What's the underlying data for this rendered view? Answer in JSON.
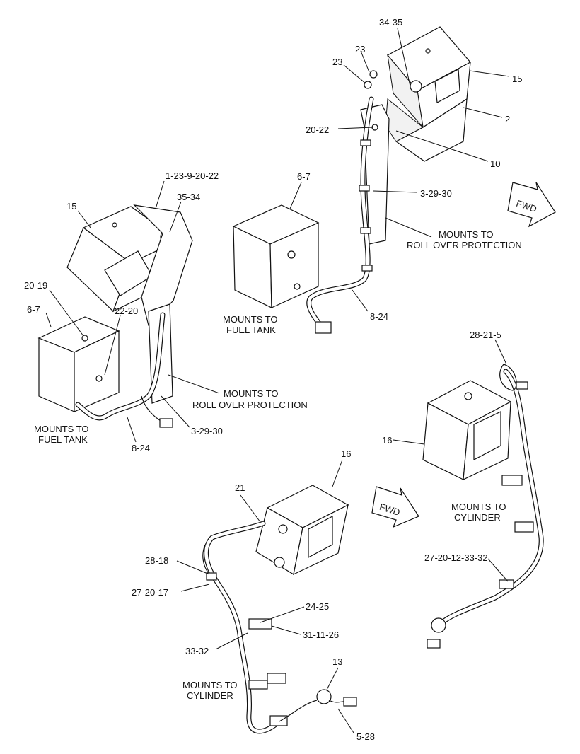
{
  "callouts": {
    "top_right": {
      "c34_35": "34-35",
      "c23a": "23",
      "c23b": "23",
      "c15": "15",
      "c2": "2",
      "c20_22": "20-22",
      "c10": "10",
      "c6_7": "6-7",
      "c3_29_30": "3-29-30",
      "c8_24": "8-24"
    },
    "top_left": {
      "c1_23_9_20_22": "1-23-9-20-22",
      "c15": "15",
      "c35_34": "35-34",
      "c20_19": "20-19",
      "c6_7": "6-7",
      "c22_20": "22-20",
      "c3_29_30": "3-29-30",
      "c8_24": "8-24"
    },
    "bottom_right": {
      "c28_21_5": "28-21-5",
      "c16": "16",
      "c27_20_12_33_32": "27-20-12-33-32"
    },
    "bottom_left": {
      "c16": "16",
      "c21": "21",
      "c28_18": "28-18",
      "c27_20_17": "27-20-17",
      "c24_25": "24-25",
      "c31_11_26": "31-11-26",
      "c33_32": "33-32",
      "c13": "13",
      "c5_28": "5-28"
    }
  },
  "notes": {
    "roll_over_1": "MOUNTS TO",
    "roll_over_2": "ROLL OVER PROTECTION",
    "fuel_tank_1": "MOUNTS TO",
    "fuel_tank_2": "FUEL TANK",
    "cylinder_1": "MOUNTS TO",
    "cylinder_2": "CYLINDER"
  },
  "arrows": {
    "fwd": "FWD"
  },
  "colors": {
    "line": "#111111",
    "background": "#ffffff"
  }
}
